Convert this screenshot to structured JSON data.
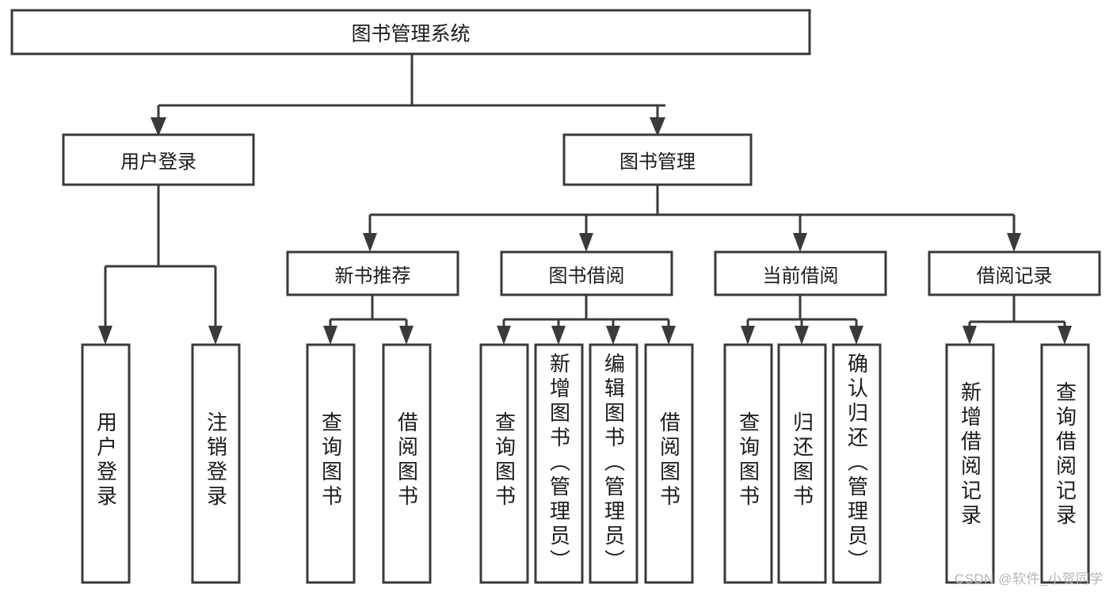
{
  "diagram": {
    "type": "tree-hierarchy",
    "title": "图书管理系统",
    "background_color": "#ffffff",
    "line_color": "#3a3a3a",
    "box_fill": "#ffffff",
    "text_color": "#1b1b1b",
    "root": {
      "id": "root",
      "label": "图书管理系统",
      "orientation": "horizontal"
    },
    "level2": [
      {
        "id": "user-login",
        "label": "用户登录",
        "orientation": "horizontal"
      },
      {
        "id": "book-manage",
        "label": "图书管理",
        "orientation": "horizontal"
      }
    ],
    "level3": [
      {
        "id": "new-book-recommend",
        "label": "新书推荐",
        "orientation": "horizontal",
        "parent": "book-manage"
      },
      {
        "id": "book-borrow",
        "label": "图书借阅",
        "orientation": "horizontal",
        "parent": "book-manage"
      },
      {
        "id": "current-borrow",
        "label": "当前借阅",
        "orientation": "horizontal",
        "parent": "book-manage"
      },
      {
        "id": "borrow-record",
        "label": "借阅记录",
        "orientation": "horizontal",
        "parent": "book-manage"
      }
    ],
    "leaves": [
      {
        "id": "leaf-user-login",
        "label": "用户登录",
        "orientation": "vertical",
        "parent": "user-login"
      },
      {
        "id": "leaf-user-logout",
        "label": "注销登录",
        "orientation": "vertical",
        "parent": "user-login"
      },
      {
        "id": "leaf-query-book-1",
        "label": "查询图书",
        "orientation": "vertical",
        "parent": "new-book-recommend"
      },
      {
        "id": "leaf-borrow-book-1",
        "label": "借阅图书",
        "orientation": "vertical",
        "parent": "new-book-recommend"
      },
      {
        "id": "leaf-query-book-2",
        "label": "查询图书",
        "orientation": "vertical",
        "parent": "book-borrow"
      },
      {
        "id": "leaf-add-book",
        "label": "新增图书（管理员）",
        "orientation": "vertical",
        "parent": "book-borrow"
      },
      {
        "id": "leaf-edit-book",
        "label": "编辑图书（管理员）",
        "orientation": "vertical",
        "parent": "book-borrow"
      },
      {
        "id": "leaf-borrow-book-2",
        "label": "借阅图书",
        "orientation": "vertical",
        "parent": "book-borrow"
      },
      {
        "id": "leaf-query-book-3",
        "label": "查询图书",
        "orientation": "vertical",
        "parent": "current-borrow"
      },
      {
        "id": "leaf-return-book",
        "label": "归还图书",
        "orientation": "vertical",
        "parent": "current-borrow"
      },
      {
        "id": "leaf-confirm-return",
        "label": "确认归还（管理员）",
        "orientation": "vertical",
        "parent": "current-borrow"
      },
      {
        "id": "leaf-add-record",
        "label": "新增借阅记录",
        "orientation": "vertical",
        "parent": "borrow-record"
      },
      {
        "id": "leaf-query-record",
        "label": "查询借阅记录",
        "orientation": "vertical",
        "parent": "borrow-record"
      }
    ]
  },
  "watermark": {
    "text": "CSDN @软件_小贺同学",
    "color": "#b6b6b6"
  }
}
